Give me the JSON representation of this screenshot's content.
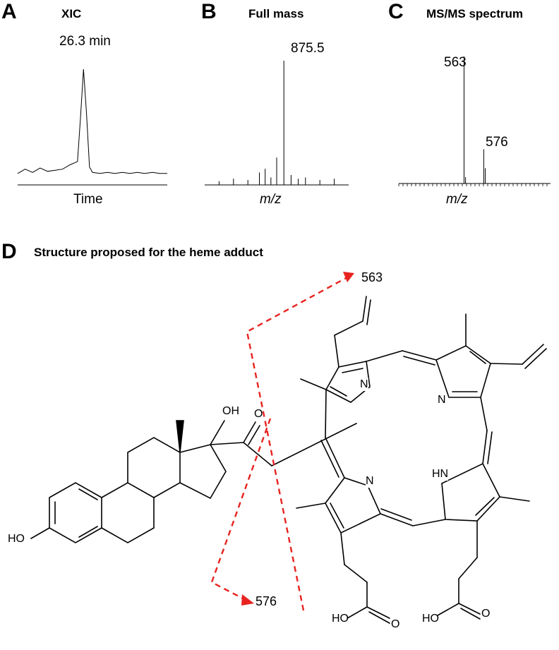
{
  "panels": {
    "A": {
      "letter": "A",
      "title": "XIC",
      "peak_label": "26.3 min",
      "xlabel": "Time"
    },
    "B": {
      "letter": "B",
      "title": "Full mass",
      "peak_label": "875.5",
      "xlabel": "m/z"
    },
    "C": {
      "letter": "C",
      "title": "MS/MS spectrum",
      "peak_labels": [
        "563",
        "576"
      ],
      "xlabel": "m/z"
    },
    "D": {
      "letter": "D",
      "title": "Structure  proposed for the heme adduct",
      "fragment_labels": [
        "563",
        "576"
      ],
      "atoms": {
        "oh_top": "OH",
        "o_carbonyl": "O",
        "ho_left": "HO",
        "n1": "N",
        "n2": "N",
        "n3": "N",
        "hn": "HN",
        "ho_acid1": "HO",
        "o_acid1": "O",
        "ho_acid2": "HO",
        "o_acid2": "O"
      }
    }
  },
  "colors": {
    "fragment_arrow": "#e8231f",
    "trace": "#000000"
  },
  "chart_data": [
    {
      "type": "line",
      "title": "XIC",
      "xlabel": "Time",
      "ylabel": "",
      "annotations": [
        "26.3 min"
      ],
      "x": [
        0,
        0.05,
        0.1,
        0.15,
        0.2,
        0.25,
        0.3,
        0.35,
        0.4,
        0.42,
        0.44,
        0.46,
        0.48,
        0.5,
        0.55,
        0.6,
        0.65,
        0.7,
        0.75,
        0.8,
        0.85,
        0.9,
        0.95,
        1.0
      ],
      "values": [
        0.04,
        0.08,
        0.05,
        0.09,
        0.06,
        0.07,
        0.08,
        0.12,
        0.15,
        0.55,
        1.0,
        0.6,
        0.1,
        0.05,
        0.04,
        0.05,
        0.04,
        0.05,
        0.04,
        0.05,
        0.04,
        0.05,
        0.04,
        0.04
      ]
    },
    {
      "type": "bar",
      "title": "Full mass",
      "xlabel": "m/z",
      "ylabel": "",
      "annotations": [
        "875.5"
      ],
      "x": [
        0.1,
        0.2,
        0.3,
        0.38,
        0.42,
        0.46,
        0.5,
        0.55,
        0.6,
        0.65,
        0.7,
        0.8,
        0.9
      ],
      "values": [
        0.03,
        0.05,
        0.04,
        0.1,
        0.13,
        0.06,
        0.22,
        1.0,
        0.08,
        0.05,
        0.06,
        0.04,
        0.05
      ]
    },
    {
      "type": "bar",
      "title": "MS/MS spectrum",
      "xlabel": "m/z",
      "ylabel": "",
      "annotations": [
        "563",
        "576"
      ],
      "x": [
        563,
        564,
        576,
        577
      ],
      "values": [
        1.0,
        0.05,
        0.27,
        0.12
      ]
    }
  ]
}
